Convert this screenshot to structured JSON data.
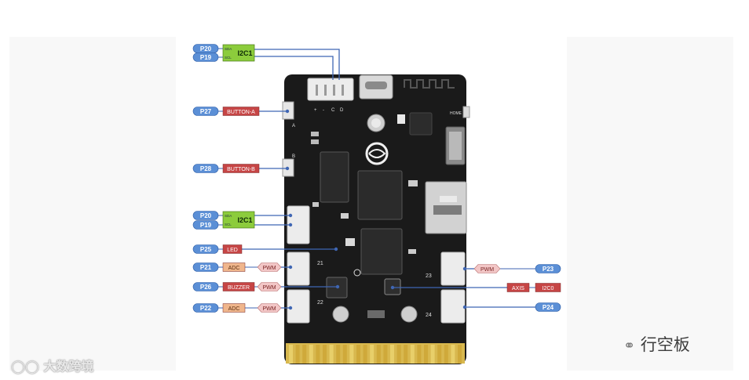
{
  "left_pins": [
    {
      "pins": [
        "P20",
        "P19"
      ],
      "box": "I2C1",
      "sublabels": [
        "SDA",
        "SCL"
      ],
      "kind": "i2c"
    },
    {
      "pins": [
        "P27"
      ],
      "tags": [
        {
          "text": "BUTTON-A",
          "style": "red"
        }
      ]
    },
    {
      "pins": [
        "P28"
      ],
      "tags": [
        {
          "text": "BUTTON-B",
          "style": "red"
        }
      ]
    },
    {
      "pins": [
        "P20",
        "P19"
      ],
      "box": "I2C1",
      "sublabels": [
        "SDA",
        "SCL"
      ],
      "kind": "i2c"
    },
    {
      "pins": [
        "P25"
      ],
      "tags": [
        {
          "text": "LED",
          "style": "red"
        }
      ]
    },
    {
      "pins": [
        "P21"
      ],
      "tags": [
        {
          "text": "ADC",
          "style": "orange"
        },
        {
          "text": "PWM",
          "style": "pink"
        }
      ]
    },
    {
      "pins": [
        "P26"
      ],
      "tags": [
        {
          "text": "BUZZER",
          "style": "red"
        },
        {
          "text": "PWM",
          "style": "pink"
        }
      ]
    },
    {
      "pins": [
        "P22"
      ],
      "tags": [
        {
          "text": "ADC",
          "style": "orange"
        },
        {
          "text": "PWM",
          "style": "pink"
        }
      ]
    }
  ],
  "right_pins": [
    {
      "pin": "P23",
      "tags": [
        {
          "text": "PWM",
          "style": "pink"
        }
      ]
    },
    {
      "pin": "P24",
      "tags": []
    }
  ],
  "axis_block": {
    "tags": [
      {
        "text": "AXIS",
        "style": "red"
      },
      {
        "text": "I2C0",
        "style": "red"
      }
    ]
  },
  "board_marks": {
    "port_letters": [
      "+",
      "-",
      "C",
      "D"
    ],
    "button_a": "A",
    "button_b": "B",
    "home": "HOME",
    "pin_21": "21",
    "pin_22": "22",
    "pin_23": "23",
    "pin_24": "24"
  },
  "watermarks": {
    "right": "行空板",
    "left": "大数跨境"
  },
  "colors": {
    "pin_fill": "#5b8fd6",
    "pin_stroke": "#2f5fa8",
    "red_tag": "#c64545",
    "i2c_green": "#8ccc3c",
    "orange_tag": "#f0b68c",
    "pink_tag": "#f2c6c6",
    "board": "#1a1a1a",
    "wire": "#3f66b3"
  }
}
